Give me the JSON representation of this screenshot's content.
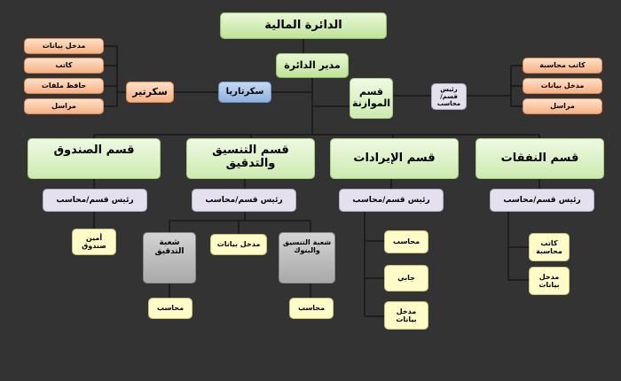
{
  "org": {
    "title": "الدائرة المالية",
    "director": "مدير الدائرة",
    "secretariat": "سكرتاريا",
    "secretary": "سكرتير",
    "secretary_staff": [
      "مدخل بيانات",
      "كاتب",
      "حافظ ملفات",
      "مراسل"
    ],
    "budget_section": "قسم\nالموازنة",
    "budget_head": "رئيس\nقسم/محاسب",
    "budget_staff": [
      "كاتب محاسبة",
      "مدخل بيانات",
      "مراسل"
    ],
    "treasury": {
      "name": "قسم الصندوق",
      "head": "رئيس قسم/محاسب",
      "staff": [
        "أمين\nصندوق"
      ]
    },
    "coordination": {
      "name": "قسم التنسيق والتدقيق",
      "head": "رئيس قسم/محاسب",
      "audit_branch": "شعبة التدقيق",
      "data_entry": "مدخل بيانات",
      "banks_branch": "شعبة التنسيق\nوالبنوك",
      "audit_accountant": "محاسب",
      "banks_accountant": "محاسب"
    },
    "revenue": {
      "name": "قسم الإيرادات",
      "head": "رئيس قسم/محاسب",
      "staff": [
        "محاسب",
        "جابي",
        "مدخل\nبيانات"
      ]
    },
    "expenses": {
      "name": "قسم النفقات",
      "head": "رئيس قسم/محاسب",
      "staff": [
        "كاتب\nمحاسبة",
        "مدخل\nبيانات"
      ]
    }
  }
}
